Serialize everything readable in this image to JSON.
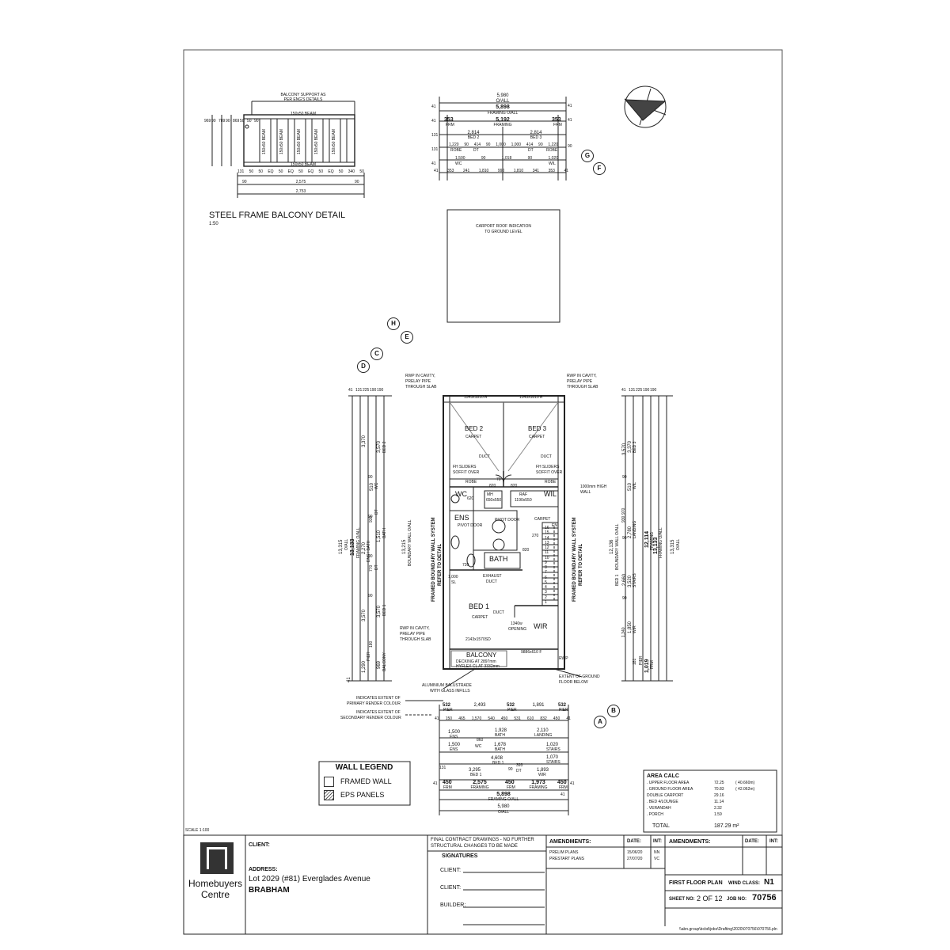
{
  "balcony_detail": {
    "title": "STEEL FRAME BALCONY DETAIL",
    "scale": "1:50",
    "support_note_1": "BALCONY SUPPORT AS",
    "support_note_2": "PER ENG'S DETAILS",
    "beam_top": "150x50 BEAM",
    "beam_bottom": "150x50 BEAM",
    "beam_vertical": "150x50 BEAM",
    "dims_row": [
      "131",
      "50",
      "50",
      "EQ",
      "50",
      "EQ",
      "50",
      "EQ",
      "50",
      "EQ",
      "50",
      "340",
      "50"
    ],
    "dim_2575": "2,575",
    "dim_2753": "2,753",
    "dim_90_left": "90",
    "dim_90_right": "90",
    "left_dims": [
      "969",
      "90",
      "789",
      "90",
      "869",
      "50",
      "50",
      "90"
    ]
  },
  "top_dims": {
    "oall_value": "5,980",
    "oall_label": "O/ALL",
    "framing_oall_value": "5,898",
    "framing_oall_label": "FRAMING O/ALL",
    "framing_value": "5,192",
    "framing_label": "FRAMING",
    "frm_left": "353",
    "frm_right": "353",
    "frm_label": "FRM",
    "bed2_value": "2,814",
    "bed2_label": "BED 2",
    "bed3_value": "2,814",
    "bed3_label": "BED 3",
    "row_robe": [
      "1,220",
      "90",
      "414",
      "90",
      "1,000",
      "1,000",
      "414",
      "90",
      "1,220"
    ],
    "robe_label": "ROBE",
    "dt_label": "DT",
    "row_wc": [
      "1,500",
      "90",
      "1,018",
      "90",
      "1,020"
    ],
    "wc_label": "WC",
    "wil_label": "WIL",
    "row_bottom": [
      "41",
      "353",
      "241",
      "1,810",
      "990",
      "1,810",
      "341",
      "353",
      "41"
    ],
    "side_labels": [
      "41",
      "41",
      "131",
      "131",
      "41"
    ],
    "edge_41": "41",
    "dim_90": "90"
  },
  "north_arrow": "north-arrow",
  "carport": {
    "line1": "CARPORT ROOF INDICATION",
    "line2": "TO GROUND LEVEL"
  },
  "grid_tags": [
    "G",
    "F",
    "H",
    "E",
    "D",
    "C",
    "B",
    "A"
  ],
  "plan": {
    "rwp_left_1": "RWP IN CAVITY,",
    "rwp_left_2": "PRELAY PIPE",
    "rwp_left_3": "THROUGH SLAB",
    "rwp_right_1": "RWP IN CAVITY,",
    "rwp_right_2": "PRELAY PIPE",
    "rwp_right_3": "THROUGH SLAB",
    "rwp_mid_1": "RWP IN CAVITY,",
    "rwp_mid_2": "PRELAY PIPE",
    "rwp_mid_3": "THROUGH SLAB",
    "window_left": "1543x1810 A",
    "window_right": "1543x1810 A",
    "bed2": "BED 2",
    "bed3": "BED 3",
    "carpet": "CARPET",
    "duct": "DUCT",
    "fh_sliders": "FH SLIDERS",
    "soffit_over": "SOFFIT OVER",
    "robe": "ROBE",
    "wc": "WC",
    "wil": "WIL",
    "ens": "ENS",
    "bath": "BATH",
    "pivot_door": "PIVOT DOOR",
    "bed1": "BED 1",
    "wir": "WIR",
    "balcony": "BALCONY",
    "decking": "DECKING AT 2897mm",
    "hyflex": "HYFLEX CL AT 3332mm",
    "window_bed1": "2143x1570SD",
    "window_wir": "9886x610 F",
    "opening_1": "1340w",
    "opening_2": "OPENING",
    "exhaust": "EXHAUST",
    "wall_note_1": "1000mm HIGH",
    "wall_note_2": "WALL",
    "boundary_wall": "FRAMED BOUNDARY WALL SYSTEM",
    "refer_detail": "REFER TO DETAIL",
    "sl": "SL",
    "dim_1000": "1,000",
    "mh": "MH",
    "mh_size": "650x550",
    "raf": "RAF",
    "raf_size": "1190x550",
    "dim_70": "70",
    "dim_820": "820",
    "dim_720": "720",
    "dim_620": "620",
    "dim_270": "270",
    "en": "EN",
    "stair_numbers": [
      "16",
      "15",
      "14",
      "13",
      "12",
      "11",
      "10",
      "9",
      "8",
      "7",
      "6",
      "5",
      "4",
      "3",
      "2",
      "1"
    ],
    "rwp": "RWP",
    "balustrade_1": "ALUMINIUM BALUSTRADE",
    "balustrade_2": "WITH GLASS INFILLS",
    "extent_ground_1": "EXTENT OF GROUND",
    "extent_ground_2": "FLOOR BELOW",
    "primary_render_1": "INDICATES EXTENT OF",
    "primary_render_2": "PRIMARY RENDER COLOUR",
    "secondary_render_1": "INDICATES EXTENT OF",
    "secondary_render_2": "SECONDARY RENDER COLOUR"
  },
  "left_dims": {
    "oall": "13,315",
    "oall_label": "O/ALL",
    "framing": "13,133",
    "framing_label": "FRAMING O/ALL",
    "boundary": "13,215",
    "boundary_label": "BOUNDARY WALL O/ALL",
    "bed2": "3,370",
    "bed2_label": "BED 2",
    "bed2_2": "3,570",
    "wc": "510",
    "wc_label": "WC",
    "ens_bath": "2,270",
    "ens_bath_label": "ENS / BATH",
    "bath2": "1,510",
    "bath_label": "BATH",
    "dt_label": "DT",
    "bed1": "3,570",
    "bed1_label": "BED 1",
    "pier": "1,290",
    "pier_label": "PIER",
    "balcony": "969",
    "balcony_label": "BALCONY",
    "top_labels": [
      "41",
      "131",
      "225",
      "190",
      "190"
    ],
    "dims_90": [
      "90",
      "90",
      "90",
      "90"
    ],
    "dim_930": "930",
    "dim_770": "770",
    "dim_180": "180",
    "bottom_41": "41"
  },
  "right_dims": {
    "oall": "13,315",
    "oall_label": "O/ALL",
    "framing": "13,133",
    "framing_label": "FRAMING O/ALL",
    "framing2": "12,114",
    "framing2_label": "FRAMING",
    "boundary": "12,136",
    "boundary_label": "BOUNDARY WALL O/ALL",
    "bed3": "3,370",
    "bed3_label": "BED 3",
    "bed3_2": "3,570",
    "wil": "510",
    "wil_label": "WIL",
    "landing": "2,780",
    "landing_label": "LANDING",
    "stairs": "3,520",
    "stairs_label": "STAIRS",
    "wir": "1,850",
    "wir_label": "WIR",
    "bed1": "2,660",
    "bed1_label": "BED 1",
    "frm": "1,019",
    "frm_label": "FRM",
    "pier_label": "PIER",
    "dims_90": [
      "90",
      "90",
      "90"
    ],
    "dim_930": "930",
    "dim_970": "970",
    "dim_1340": "1,340",
    "dim_181": "181",
    "top_labels": [
      "41",
      "131",
      "225",
      "190",
      "190"
    ]
  },
  "bottom_dims": {
    "pier_left": "532",
    "pier_mid": "532",
    "pier_right": "532",
    "pier_label": "PIER",
    "dim_2493": "2,493",
    "dim_1891": "1,891",
    "row2": [
      "41",
      "150",
      "465",
      "1,570",
      "540",
      "450",
      "531",
      "610",
      "832",
      "450",
      "41"
    ],
    "ens_dim": "1,500",
    "ens_label": "ENS",
    "bath_dim": "1,928",
    "bath_label": "BATH",
    "landing_dim": "2,110",
    "landing_label": "LANDING",
    "dim_860": "860",
    "dim_1678": "1,678",
    "dim_1020": "1,020",
    "dim_1070": "1,070",
    "stairs_label": "STAIRS",
    "bed1_dim": "4,608",
    "bed1_label": "BED 1",
    "wc_label": "WC",
    "dt_label": "DT",
    "dim_3295": "3,295",
    "dim_1893": "1,893",
    "dim_393": "393",
    "wir_label": "WIR",
    "dim_90": "90",
    "dim_131": "131",
    "frm_left": "450",
    "frm_mid": "450",
    "frm_right": "450",
    "frm_label": "FRM",
    "dim_2575": "2,575",
    "dim_1973": "1,973",
    "framing_label": "FRAMING",
    "framing_oall": "5,898",
    "framing_oall_label": "FRAMING O/ALL",
    "oall": "5,980",
    "oall_label": "O/ALL",
    "edge_41": "41"
  },
  "wall_legend": {
    "title": "WALL LEGEND",
    "framed": "FRAMED WALL",
    "eps": "EPS PANELS"
  },
  "area_calc": {
    "title": "AREA CALC",
    "rows": [
      {
        "label": ". UPPER FLOOR AREA",
        "value": "72.25",
        "extra": "( 40.660m)"
      },
      {
        "label": ". GROUND FLOOR AREA",
        "value": "70.83",
        "extra": "( 42.062m)"
      },
      {
        "label": "  DOUBLE CARPORT",
        "value": "29.16",
        "extra": ""
      },
      {
        "label": ". BED 4/LOUNGE",
        "value": "11.14",
        "extra": ""
      },
      {
        "label": ". VERANDAH",
        "value": "2.32",
        "extra": ""
      },
      {
        "label": ". PORCH",
        "value": "1.59",
        "extra": ""
      }
    ],
    "total_label": "TOTAL",
    "total_value": "187.29 m²"
  },
  "title_block": {
    "scale": "SCALE 1:100",
    "brand_1": "Homebuyers",
    "brand_2": "Centre",
    "client_label": "CLIENT:",
    "address_label": "ADDRESS:",
    "address_line": "Lot 2029 (#81) Everglades Avenue",
    "suburb": "BRABHAM",
    "final_note_1": "FINAL CONTRACT DRAWINGS - NO FURTHER",
    "final_note_2": "STRUCTURAL CHANGES TO BE MADE",
    "signatures": "SIGNATURES",
    "sig_client_1": "CLIENT:",
    "sig_client_2": "CLIENT:",
    "sig_builder": "BUILDER:",
    "amendments_label": "AMENDMENTS:",
    "date_label": "DATE:",
    "int_label": "INT:",
    "amendments": [
      {
        "name": "PRELIM PLANS",
        "date": "15/06/20",
        "int": "NN"
      },
      {
        "name": "PRESTART PLANS",
        "date": "27/07/20",
        "int": "VC"
      }
    ],
    "amendments2_label": "AMENDMENTS:",
    "date2_label": "DATE:",
    "int2_label": "INT:",
    "sheet_title": "FIRST FLOOR PLAN",
    "wind_label": "WIND CLASS:",
    "wind_value": "N1",
    "sheet_no_label": "SHEET NO:",
    "sheet_no_value": "2 OF 12",
    "job_no_label": "JOB NO:",
    "job_no_value": "70756",
    "file_path": "\\\\abn.group\\bcbd\\jobs\\Drafting\\2020\\070756\\070756.pln"
  }
}
